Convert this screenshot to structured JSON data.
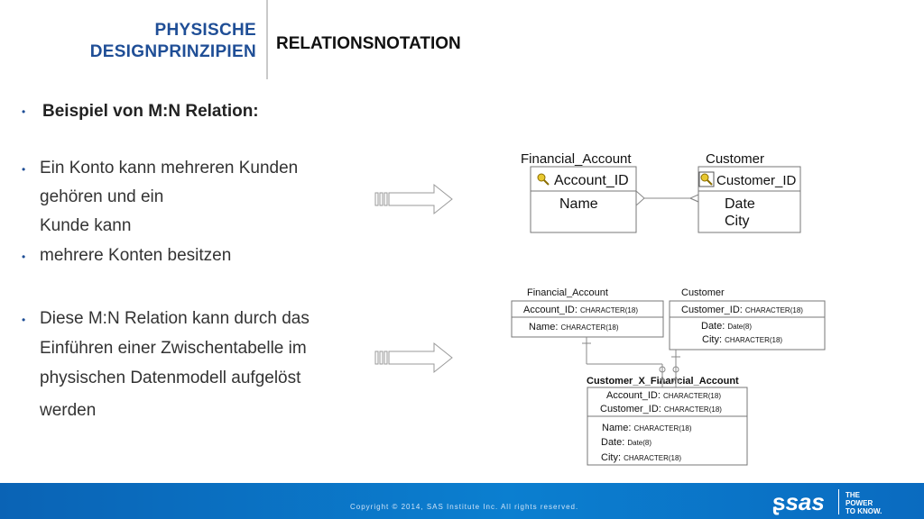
{
  "header": {
    "title_line1": "PHYSISCHE",
    "title_line2": "DESIGNPRINZIPIEN",
    "subtitle": "RELATIONSNOTATION"
  },
  "bullets": {
    "b1": "Beispiel von M:N Relation:",
    "b2_l1": "Ein Konto kann mehreren Kunden",
    "b2_l2": "gehören und ein",
    "b2_l3": "Kunde kann",
    "b3": "mehrere Konten besitzen",
    "b4_l1": "Diese M:N Relation kann durch das",
    "b4_l2": "Einführen einer Zwischentabelle im",
    "b4_l3": "physischen Datenmodell aufgelöst",
    "b4_l4": "werden"
  },
  "diagram1": {
    "fa_title": "Financial_Account",
    "fa_key": "Account_ID",
    "fa_attr": "Name",
    "cu_title": "Customer",
    "cu_key": "Customer_ID",
    "cu_attr1": "Date",
    "cu_attr2": "City"
  },
  "diagram2": {
    "fa_title": "Financial_Account",
    "fa_key_name": "Account_ID:",
    "fa_key_type": "CHARACTER(18)",
    "fa_attr_name": "Name:",
    "fa_attr_type": "CHARACTER(18)",
    "cu_title": "Customer",
    "cu_key_name": "Customer_ID:",
    "cu_key_type": "CHARACTER(18)",
    "cu_date_name": "Date:",
    "cu_date_type": "Date(8)",
    "cu_city_name": "City:",
    "cu_city_type": "CHARACTER(18)",
    "x_title": "Customer_X_Financial_Account",
    "x_k1_name": "Account_ID:",
    "x_k1_type": "CHARACTER(18)",
    "x_k2_name": "Customer_ID:",
    "x_k2_type": "CHARACTER(18)",
    "x_a1_name": "Name:",
    "x_a1_type": "CHARACTER(18)",
    "x_a2_name": "Date:",
    "x_a2_type": "Date(8)",
    "x_a3_name": "City:",
    "x_a3_type": "CHARACTER(18)"
  },
  "footer": {
    "copyright": "Copyright © 2014, SAS Institute Inc. All rights reserved.",
    "logo_text": "sas",
    "tagline_1": "THE",
    "tagline_2": "POWER",
    "tagline_3": "TO KNOW."
  },
  "colors": {
    "brand_blue": "#1f4e96",
    "footer_blue": "#0b7fd0",
    "key_icon": "#e8c830"
  }
}
